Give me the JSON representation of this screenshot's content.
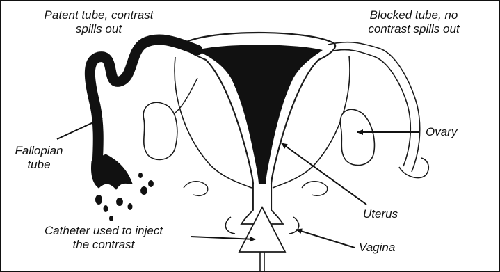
{
  "labels": {
    "patent_tube": [
      "Patent tube, contrast",
      "spills out"
    ],
    "blocked_tube": [
      "Blocked tube, no",
      "contrast spills out"
    ],
    "fallopian_tube": [
      "Fallopian",
      "tube"
    ],
    "ovary": "Ovary",
    "uterus": "Uterus",
    "catheter": [
      "Catheter used to inject",
      "the contrast"
    ],
    "vagina": "Vagina"
  },
  "colors": {
    "contrast": "#111111",
    "outline": "#1a1a1a",
    "background": "#ffffff"
  }
}
